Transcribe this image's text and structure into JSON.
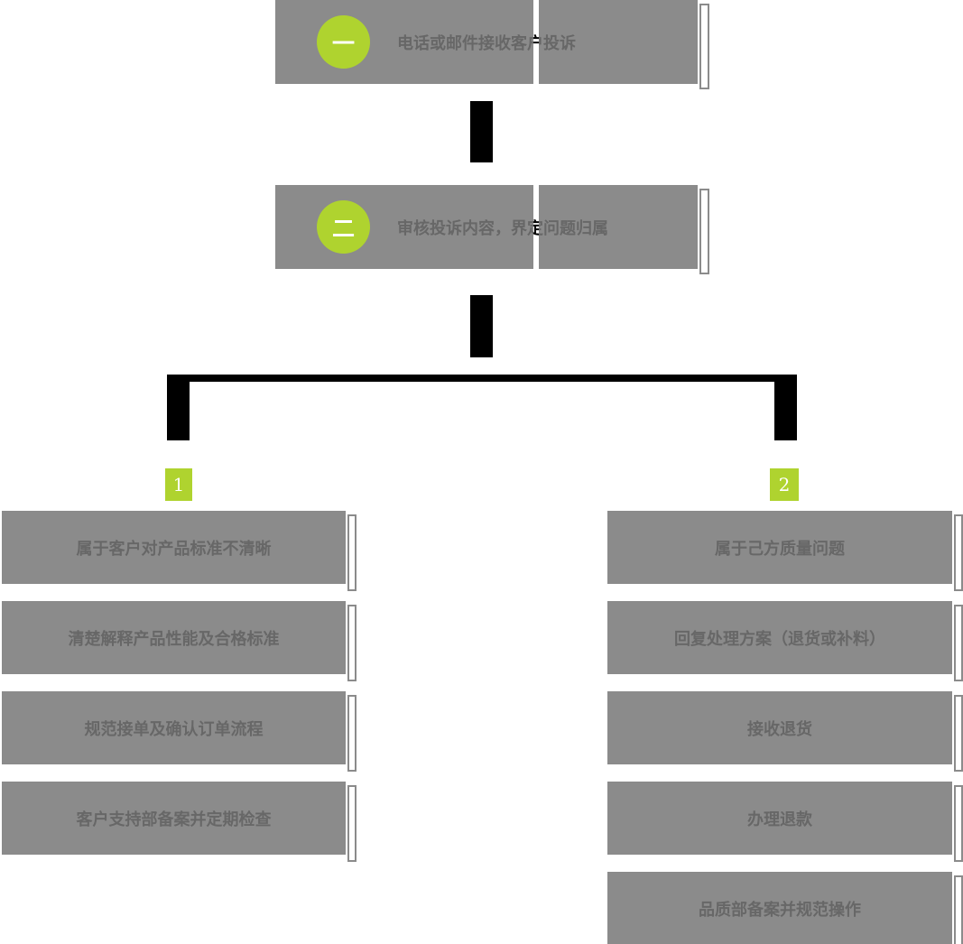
{
  "diagram": {
    "type": "flowchart",
    "steps": [
      {
        "badge": "一",
        "label": "电话或邮件接收客户投诉"
      },
      {
        "badge": "二",
        "label": "审核投诉内容，界定问题归属"
      }
    ],
    "branches": [
      {
        "number": "1",
        "items": [
          "属于客户对产品标准不清晰",
          "清楚解释产品性能及合格标准",
          "规范接单及确认订单流程",
          "客户支持部备案并定期检查"
        ]
      },
      {
        "number": "2",
        "items": [
          "属于己方质量问题",
          "回复处理方案（退货或补料）",
          "接收退货",
          "办理退款",
          "品质部备案并规范操作"
        ]
      }
    ],
    "colors": {
      "box_gray": "#8b8b8b",
      "text_gray": "#676767",
      "accent_green": "#afd32f",
      "connector_black": "#000000",
      "background_white": "#ffffff"
    }
  }
}
